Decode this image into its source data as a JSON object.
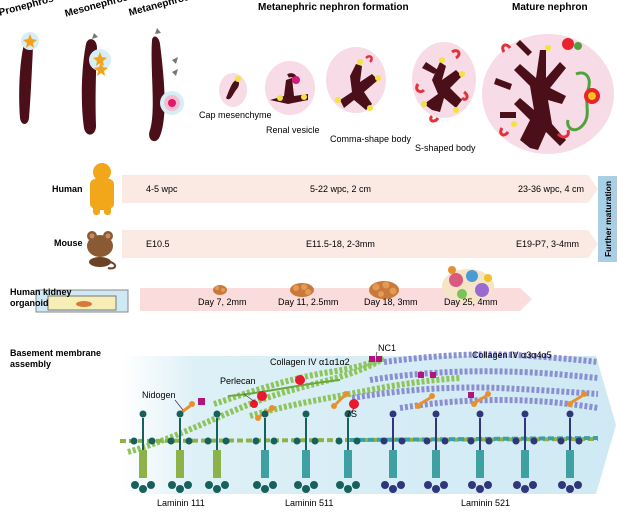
{
  "stages": {
    "pronephros": "Pronephros",
    "mesonephros": "Mesonephros",
    "metanephros": "Metanephros",
    "formation": "Metanephric nephron formation",
    "mature": "Mature nephron",
    "cap": "Cap mesenchyme",
    "vesicle": "Renal vesicle",
    "comma": "Comma-shape body",
    "sshaped": "S-shaped body"
  },
  "timeline": {
    "human": {
      "label": "Human",
      "t1": "4-5 wpc",
      "t2": "5-22 wpc, 2 cm",
      "t3": "23-36 wpc, 4 cm"
    },
    "mouse": {
      "label": "Mouse",
      "t1": "E10.5",
      "t2": "E11.5-18, 2-3mm",
      "t3": "E19-P7, 3-4mm"
    },
    "organoid": {
      "label_line1": "Human kidney",
      "label_line2": "organoid",
      "d1": "Day 7, 2mm",
      "d2": "Day 11, 2.5mm",
      "d3": "Day 18, 3mm",
      "d4": "Day 25, 4mm"
    },
    "further": "Further maturation"
  },
  "membrane": {
    "title_line1": "Basement membrane",
    "title_line2": "assembly",
    "nc1": "NC1",
    "col12": "Collagen IV α1α1α2",
    "col345": "Collagen IV α3α4α5",
    "perlecan": "Perlecan",
    "nidogen": "Nidogen",
    "s7": "7S",
    "lam111": "Laminin 111",
    "lam511": "Laminin 511",
    "lam521": "Laminin 521"
  },
  "colors": {
    "kidney": "#4a0f18",
    "pink_bg": "#f7dbe6",
    "timeline_bg": "#fbeae3",
    "organoid_arrow": "#fadcdc",
    "membrane_bg": "#d6eef6",
    "laminin_teal": "#17605c",
    "laminin_navy": "#2f3679",
    "collagen_green": "#8ec45a",
    "collagen_blue": "#8a8fd0",
    "perlecan_red": "#e8192c",
    "nidogen_orange": "#e8902e",
    "human_figure": "#f2a71b",
    "mouse_brown": "#8a5a34"
  }
}
